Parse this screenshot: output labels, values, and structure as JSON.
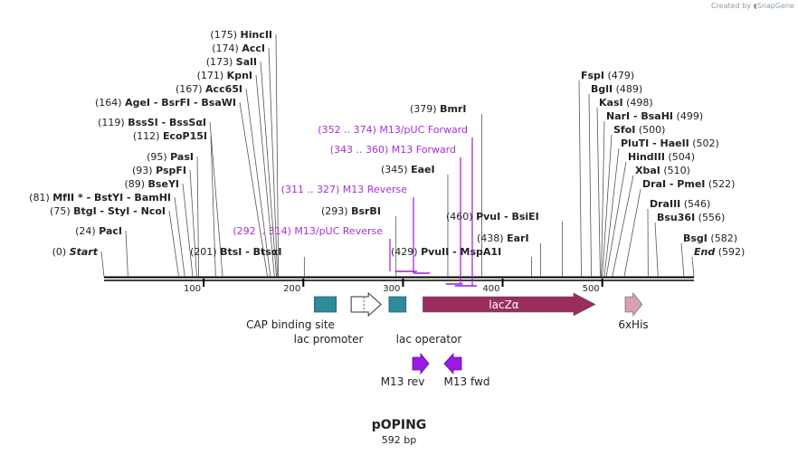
{
  "credit": {
    "prefix": "Created by",
    "brand": "SnapGene"
  },
  "sequence": {
    "name": "pOPING",
    "length_label": "592 bp",
    "length": 592
  },
  "colors": {
    "feature_blue": "#2e8b9a",
    "lacz": "#9b2d5f",
    "his": "#d9a0b4",
    "primer": "#9b19e6",
    "primer_label": "#a630d8",
    "text": "#222222"
  },
  "ruler": {
    "ticks": [
      {
        "pos": 100,
        "label": "100"
      },
      {
        "pos": 200,
        "label": "200"
      },
      {
        "pos": 300,
        "label": "300"
      },
      {
        "pos": 400,
        "label": "400"
      },
      {
        "pos": 500,
        "label": "500"
      }
    ]
  },
  "left_sites": [
    {
      "pos": 175,
      "num": "(175)",
      "name": "HincII"
    },
    {
      "pos": 174,
      "num": "(174)",
      "name": "AccI"
    },
    {
      "pos": 173,
      "num": "(173)",
      "name": "SalI"
    },
    {
      "pos": 171,
      "num": "(171)",
      "name": "KpnI"
    },
    {
      "pos": 167,
      "num": "(167)",
      "name": "Acc65I"
    },
    {
      "pos": 164,
      "num": "(164)",
      "name": "AgeI  - BsrFI  - BsaWI"
    },
    {
      "pos": 119,
      "num": "(119)",
      "name": "BssSI  - BssSαI"
    },
    {
      "pos": 112,
      "num": "(112)",
      "name": "EcoP15I"
    },
    {
      "pos": 95,
      "num": "(95)",
      "name": "PasI"
    },
    {
      "pos": 93,
      "num": "(93)",
      "name": "PspFI"
    },
    {
      "pos": 89,
      "num": "(89)",
      "name": "BseYI"
    },
    {
      "pos": 81,
      "num": "(81)",
      "name": "MfII *  - BstYI  - BamHI"
    },
    {
      "pos": 75,
      "num": "(75)",
      "name": "BtgI  - StyI  - NcoI"
    },
    {
      "pos": 24,
      "num": "(24)",
      "name": "PacI"
    },
    {
      "pos": 0,
      "num": "(0)",
      "name": "Start"
    }
  ],
  "mid_sites": [
    {
      "pos": 201,
      "num": "(201)",
      "name": "BtsI  - BtsαI"
    },
    {
      "pos": 293,
      "num": "(293)",
      "name": "BsrBI"
    },
    {
      "pos": 345,
      "num": "(345)",
      "name": "EaeI"
    },
    {
      "pos": 379,
      "num": "(379)",
      "name": "BmrI"
    },
    {
      "pos": 429,
      "num": "(429)",
      "name": "PvuII  - MspA1I"
    },
    {
      "pos": 438,
      "num": "(438)",
      "name": "EarI"
    },
    {
      "pos": 460,
      "num": "(460)",
      "name": "PvuI  - BsiEI"
    }
  ],
  "right_sites": [
    {
      "pos": 479,
      "num": "(479)",
      "name": "FspI"
    },
    {
      "pos": 489,
      "num": "(489)",
      "name": "BglI"
    },
    {
      "pos": 498,
      "num": "(498)",
      "name": "KasI"
    },
    {
      "pos": 499,
      "num": "(499)",
      "name": "NarI  - BsaHI"
    },
    {
      "pos": 500,
      "num": "(500)",
      "name": "SfoI"
    },
    {
      "pos": 502,
      "num": "(502)",
      "name": "PluTI  - HaeII"
    },
    {
      "pos": 504,
      "num": "(504)",
      "name": "HindIII"
    },
    {
      "pos": 510,
      "num": "(510)",
      "name": "XbaI"
    },
    {
      "pos": 522,
      "num": "(522)",
      "name": "DraI  - PmeI"
    },
    {
      "pos": 546,
      "num": "(546)",
      "name": "DraIII"
    },
    {
      "pos": 556,
      "num": "(556)",
      "name": "Bsu36I"
    },
    {
      "pos": 582,
      "num": "(582)",
      "name": "BsgI"
    },
    {
      "pos": 592,
      "num": "(592)",
      "name": "End"
    }
  ],
  "primer_bindings": [
    {
      "range": "(352 .. 374)",
      "name": "M13/pUC Forward",
      "start": 352,
      "end": 374
    },
    {
      "range": "(343 .. 360)",
      "name": "M13 Forward",
      "start": 343,
      "end": 360
    },
    {
      "range": "(311 .. 327)",
      "name": "M13 Reverse",
      "start": 311,
      "end": 327
    },
    {
      "range": "(292 .. 314)",
      "name": "M13/pUC Reverse",
      "start": 292,
      "end": 314
    }
  ],
  "features": [
    {
      "name": "CAP binding site",
      "start": 211,
      "end": 233,
      "type": "box"
    },
    {
      "name": "lac promoter",
      "start": 248,
      "end": 278,
      "type": "arrow-outline"
    },
    {
      "name": "lac operator",
      "start": 286,
      "end": 303,
      "type": "box"
    },
    {
      "name": "lacZα",
      "start": 320,
      "end": 493,
      "type": "arrow"
    },
    {
      "name": "6xHis",
      "start": 523,
      "end": 540,
      "type": "arrow"
    }
  ],
  "primers": [
    {
      "name": "M13 rev",
      "direction": "forward"
    },
    {
      "name": "M13 fwd",
      "direction": "reverse"
    }
  ]
}
